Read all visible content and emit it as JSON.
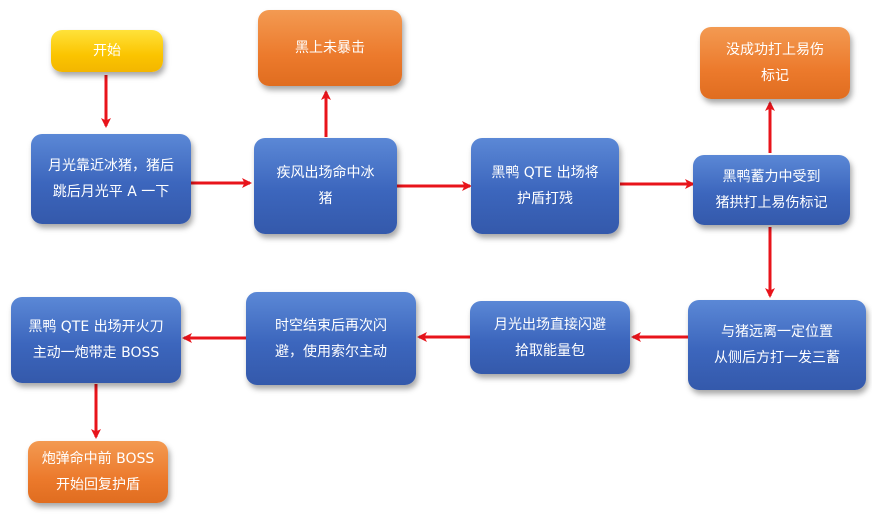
{
  "nodes": {
    "start": {
      "lines": [
        "开始"
      ],
      "color": "#fbc400"
    },
    "n1": {
      "lines": [
        "月光靠近冰猪，猪后",
        "跳后月光平 A 一下"
      ],
      "color": "#3c66bd"
    },
    "n2": {
      "lines": [
        "疾风出场命中冰",
        "猪"
      ],
      "color": "#3c66bd"
    },
    "n2_up": {
      "lines": [
        "黑上未暴击"
      ],
      "color": "#ec7a2c"
    },
    "n3": {
      "lines": [
        "黑鸭 QTE 出场将",
        "护盾打残"
      ],
      "color": "#3c66bd"
    },
    "n4": {
      "lines": [
        "黑鸭蓄力中受到",
        "猪拱打上易伤标记"
      ],
      "color": "#3c66bd"
    },
    "n4_up": {
      "lines": [
        "没成功打上易伤",
        "标记"
      ],
      "color": "#ec7a2c"
    },
    "n5": {
      "lines": [
        "与猪远离一定位置",
        "从侧后方打一发三蓄"
      ],
      "color": "#3c66bd"
    },
    "n6": {
      "lines": [
        "月光出场直接闪避",
        "拾取能量包"
      ],
      "color": "#3c66bd"
    },
    "n7": {
      "lines": [
        "时空结束后再次闪",
        "避，使用索尔主动"
      ],
      "color": "#3c66bd"
    },
    "n8": {
      "lines": [
        "黑鸭 QTE 出场开火刀",
        "主动一炮带走 BOSS"
      ],
      "color": "#3c66bd"
    },
    "end": {
      "lines": [
        "炮弹命中前 BOSS",
        "开始回复护盾"
      ],
      "color": "#ec7a2c"
    }
  },
  "arrow_color": "#e8141b"
}
